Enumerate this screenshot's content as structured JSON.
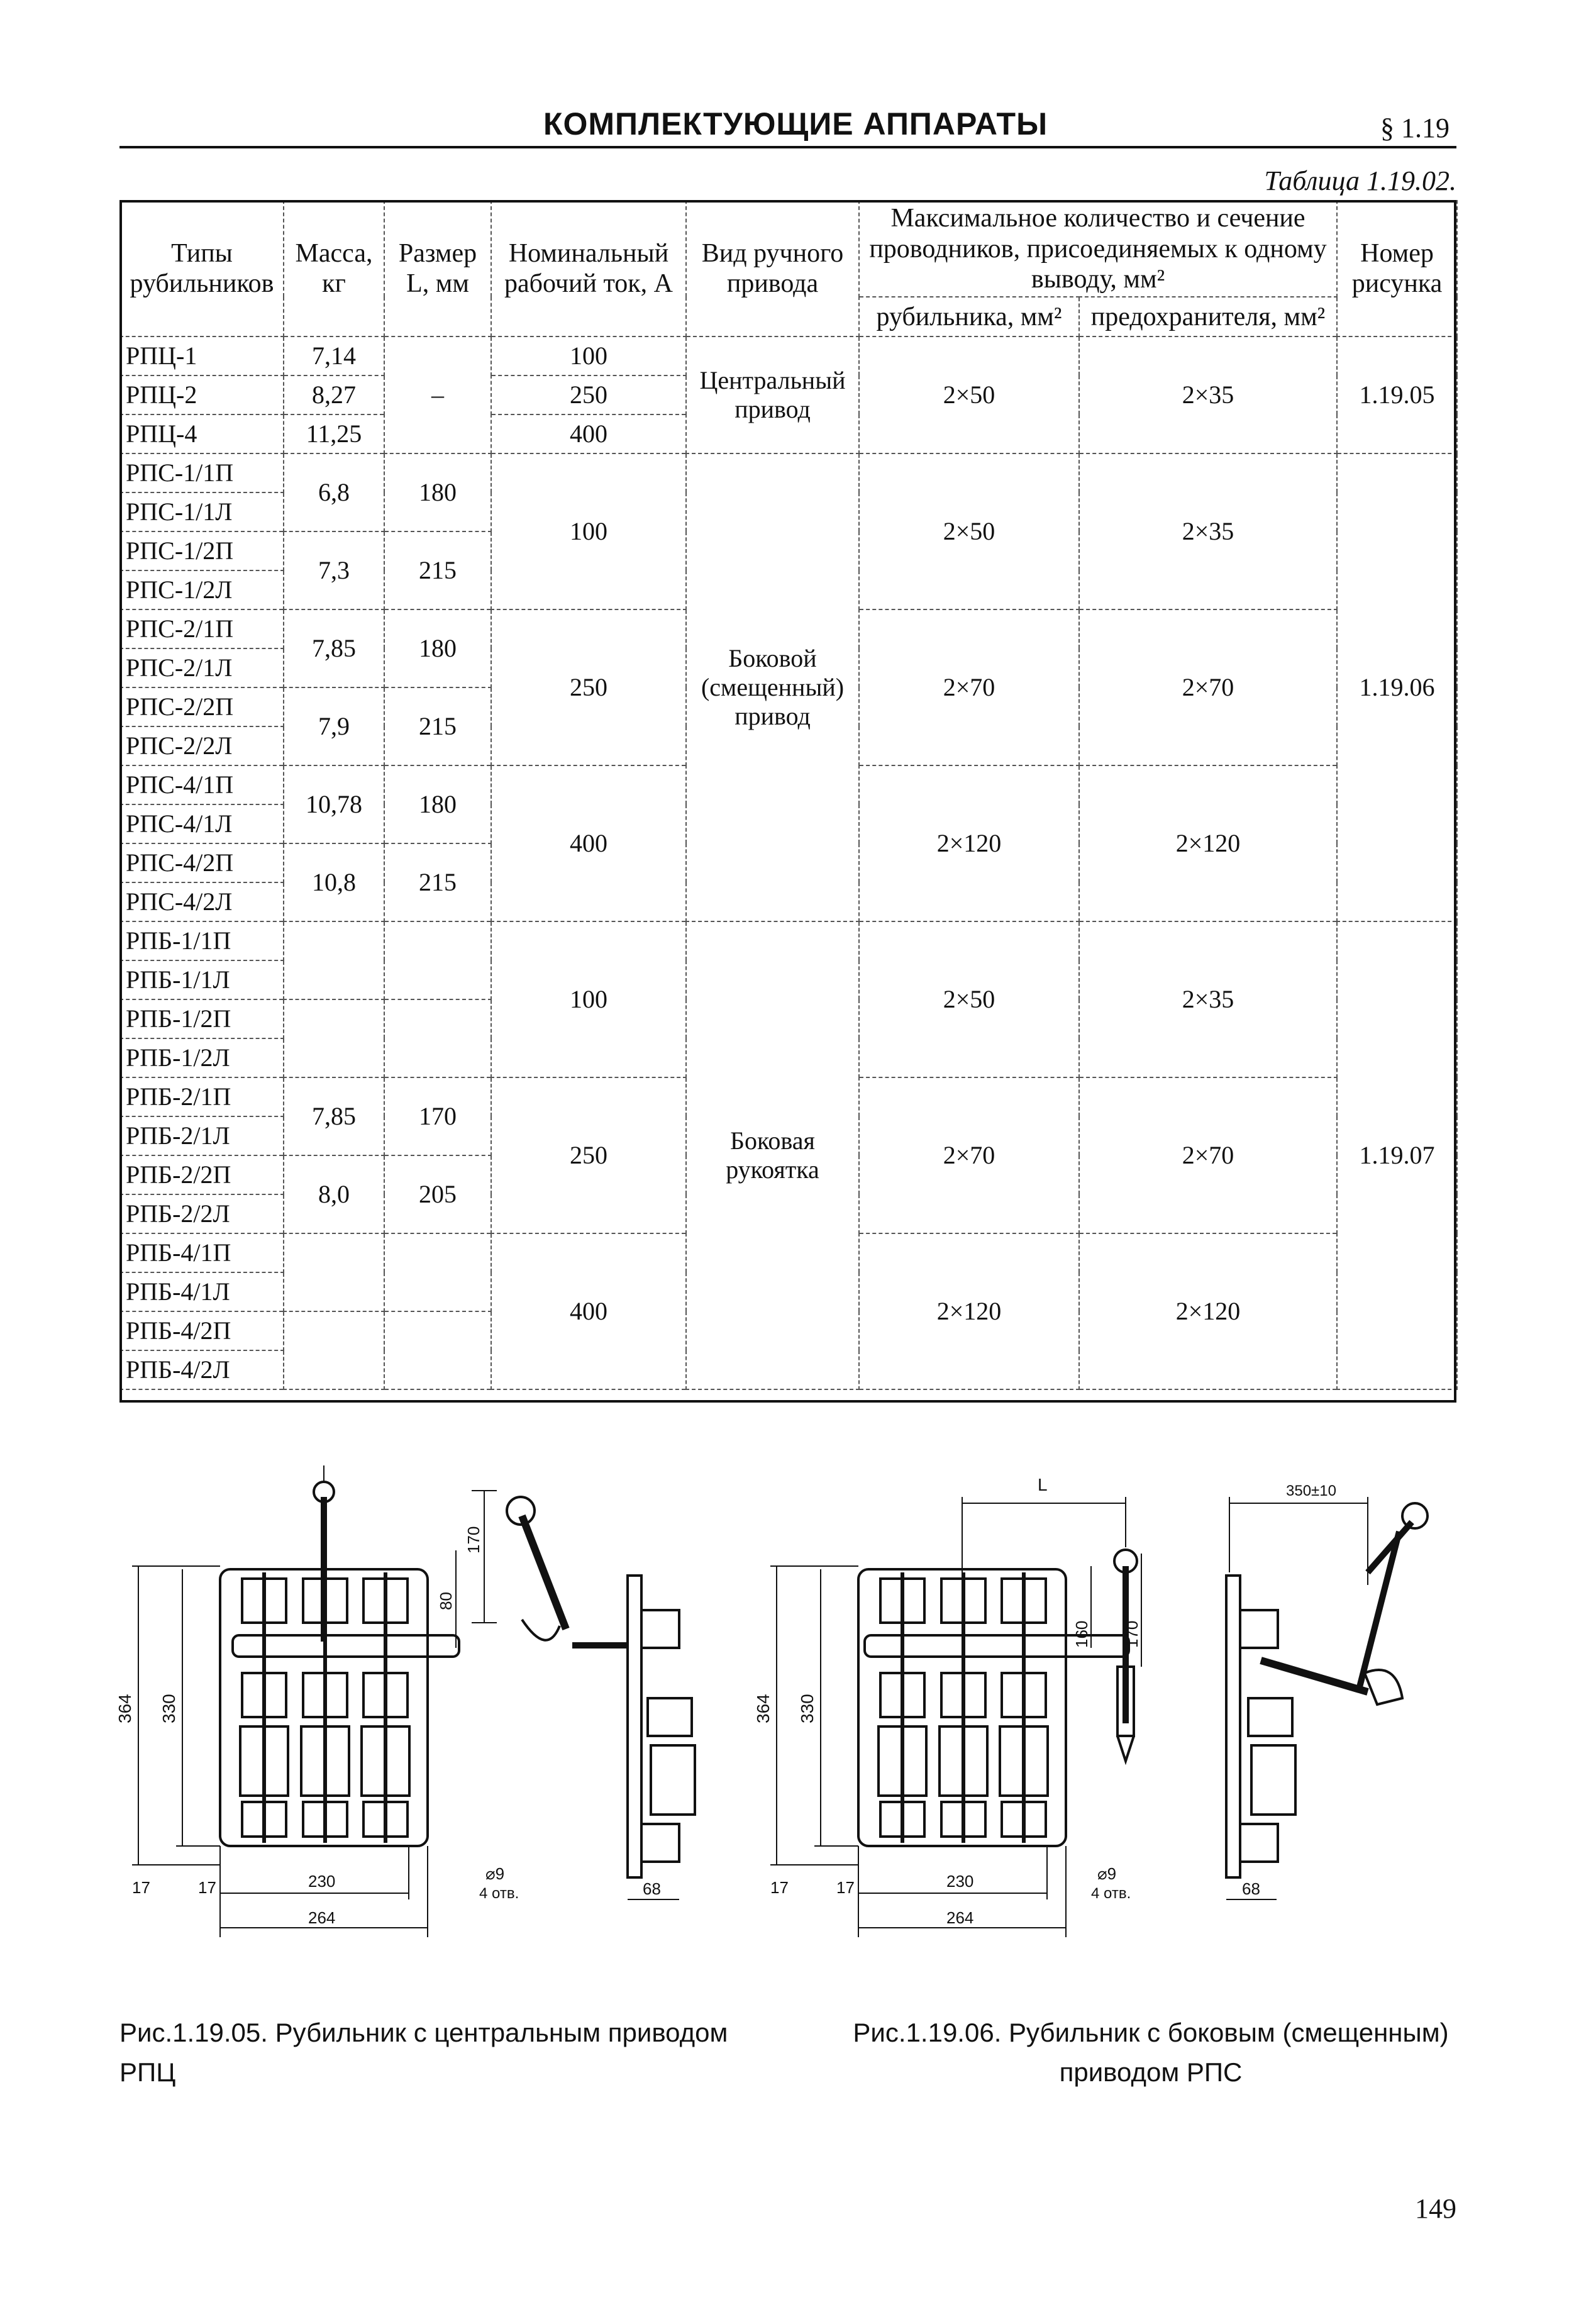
{
  "header": {
    "title": "КОМПЛЕКТУЮЩИЕ АППАРАТЫ",
    "section": "§ 1.19"
  },
  "table_caption": "Таблица 1.19.02.",
  "table": {
    "col_types": "Типы рубильников",
    "col_mass": "Масса, кг",
    "col_size": "Размер L, мм",
    "col_current": "Номинальный рабочий ток, А",
    "col_drive": "Вид ручного привода",
    "col_max": "Максимальное количество и сечение проводников, присоединяемых к одному выводу, мм²",
    "col_switch": "рубильника, мм²",
    "col_fuse": "предохранителя, мм²",
    "col_fig": "Номер рисунка",
    "types": [
      "РПЦ-1",
      "РПЦ-2",
      "РПЦ-4",
      "РПС-1/1П",
      "РПС-1/1Л",
      "РПС-1/2П",
      "РПС-1/2Л",
      "РПС-2/1П",
      "РПС-2/1Л",
      "РПС-2/2П",
      "РПС-2/2Л",
      "РПС-4/1П",
      "РПС-4/1Л",
      "РПС-4/2П",
      "РПС-4/2Л",
      "РПБ-1/1П",
      "РПБ-1/1Л",
      "РПБ-1/2П",
      "РПБ-1/2Л",
      "РПБ-2/1П",
      "РПБ-2/1Л",
      "РПБ-2/2П",
      "РПБ-2/2Л",
      "РПБ-4/1П",
      "РПБ-4/1Л",
      "РПБ-4/2П",
      "РПБ-4/2Л"
    ],
    "rpc_mass": [
      "7,14",
      "8,27",
      "11,25"
    ],
    "rpc_size": "–",
    "rpc_current": [
      "100",
      "250",
      "400"
    ],
    "rpc_drive": "Центральный привод",
    "rpc_switch": "2×50",
    "rpc_fuse": "2×35",
    "rpc_fig": "1.19.05",
    "rps_mass": [
      "6,8",
      "7,3",
      "7,85",
      "7,9",
      "10,78",
      "10,8"
    ],
    "rps_size": [
      "180",
      "215",
      "180",
      "215",
      "180",
      "215"
    ],
    "rps_current": [
      "100",
      "250",
      "400"
    ],
    "rps_drive": "Боковой (смещенный) привод",
    "rps_switch": [
      "2×50",
      "2×70",
      "2×120"
    ],
    "rps_fuse": [
      "2×35",
      "2×70",
      "2×120"
    ],
    "rps_fig": "1.19.06",
    "rpb_mass": [
      "7,85",
      "8,0"
    ],
    "rpb_size": [
      "170",
      "205"
    ],
    "rpb_current": [
      "100",
      "250",
      "400"
    ],
    "rpb_drive": "Боковая рукоятка",
    "rpb_switch": [
      "2×50",
      "2×70",
      "2×120"
    ],
    "rpb_fuse": [
      "2×35",
      "2×70",
      "2×120"
    ],
    "rpb_fig": "1.19.07"
  },
  "figures": {
    "fig1": {
      "dims": {
        "h364": "364",
        "h330": "330",
        "d17a": "17",
        "d17b": "17",
        "w230": "230",
        "w264": "264",
        "hole": "⌀9",
        "holes": "4 отв.",
        "s170": "170",
        "s80": "80",
        "s68": "68"
      },
      "caption": "Рис.1.19.05. Рубильник с центральным приводом РПЦ"
    },
    "fig2": {
      "dims": {
        "h364": "364",
        "h330": "330",
        "d17a": "17",
        "d17b": "17",
        "w230": "230",
        "w264": "264",
        "hole": "⌀9",
        "holes": "4 отв.",
        "L": "L",
        "s160": "160",
        "s170": "170",
        "s350": "350±10",
        "s68": "68"
      },
      "caption": "Рис.1.19.06. Рубильник с боковым (смещенным) приводом РПС"
    }
  },
  "page_number": "149"
}
